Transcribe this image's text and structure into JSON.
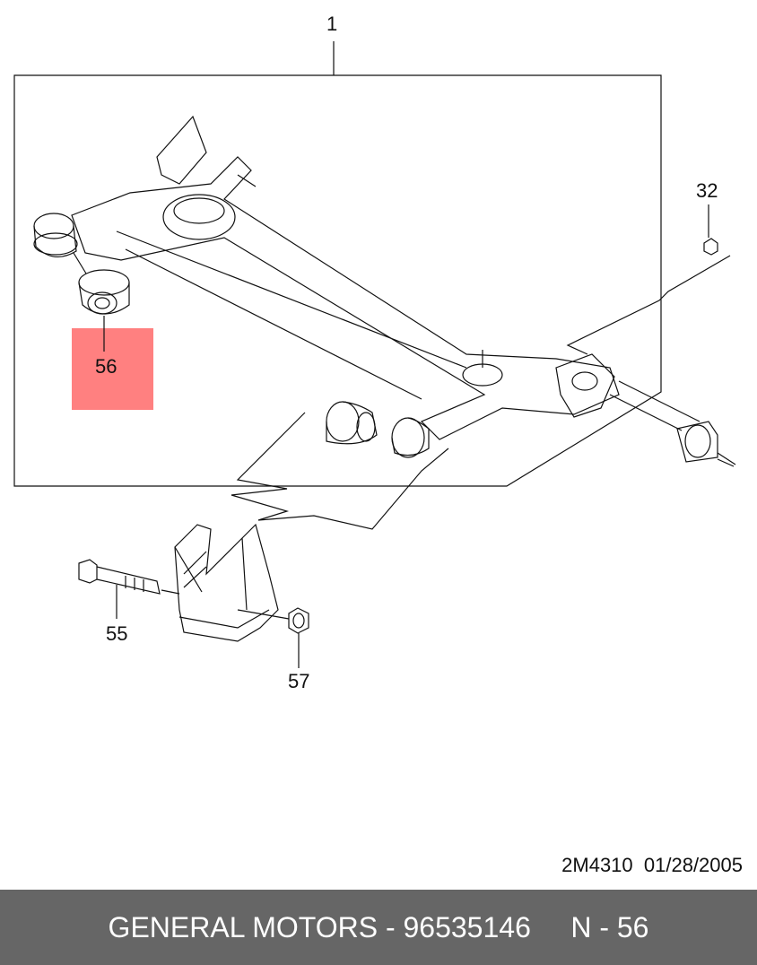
{
  "callouts": [
    {
      "id": "1",
      "label": "1"
    },
    {
      "id": "32",
      "label": "32"
    },
    {
      "id": "56",
      "label": "56"
    },
    {
      "id": "55",
      "label": "55"
    },
    {
      "id": "57",
      "label": "57"
    }
  ],
  "highlight": {
    "part": "56",
    "color": "#ff8080"
  },
  "drawing_code": "2M4310",
  "drawing_date": "01/28/2005",
  "footer": {
    "brand": "GENERAL MOTORS",
    "part_number": "96535146",
    "ref": "N - 56",
    "background": "#666666"
  }
}
